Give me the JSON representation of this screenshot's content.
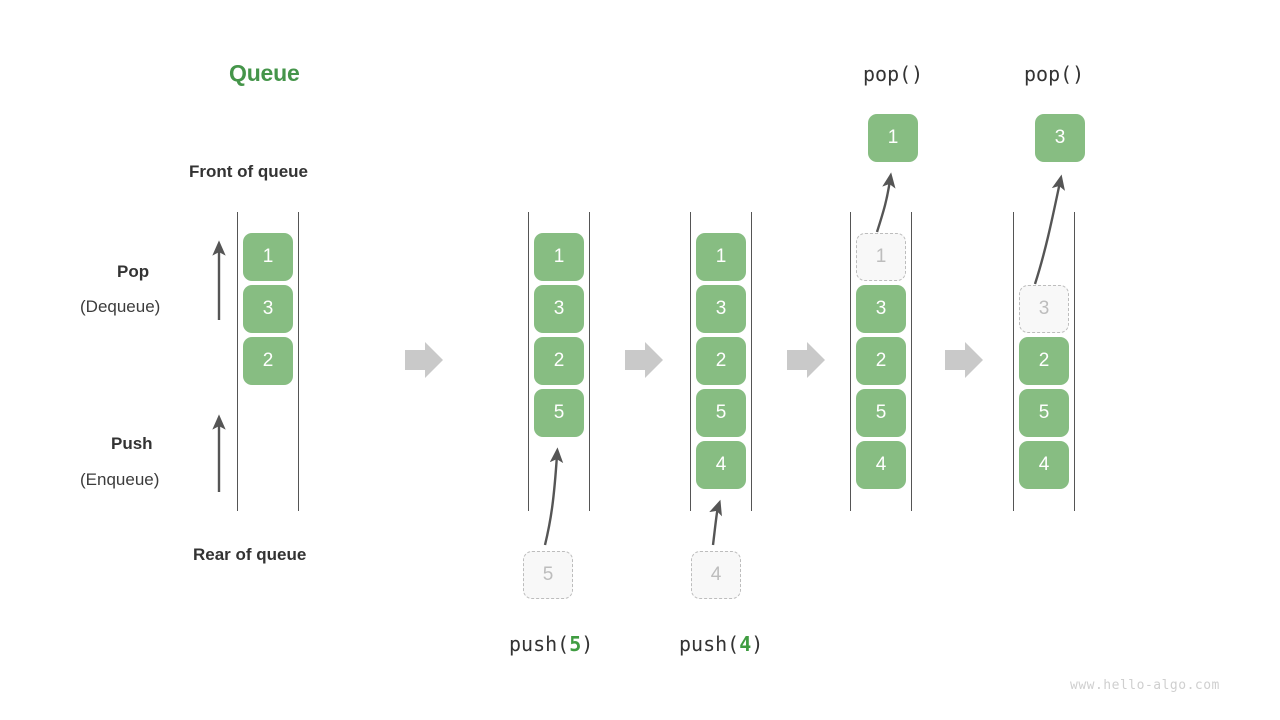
{
  "title": "Queue",
  "labels": {
    "front_of_queue": "Front of queue",
    "rear_of_queue": "Rear of queue",
    "pop": "Pop",
    "dequeue": "(Dequeue)",
    "push": "Push",
    "enqueue": "(Enqueue)"
  },
  "watermark": "www.hello-algo.com",
  "colors": {
    "accent_green": "#45954a",
    "box_green": "#87bd82",
    "ghost_border": "#bdbdbd",
    "ghost_fill": "#f8f8f8",
    "rail": "#555555",
    "arrow_gray": "#555555",
    "step_arrow_gray": "#c9c9c9",
    "text_dark": "#333333"
  },
  "stages": [
    {
      "name": "initial",
      "boxes": [
        {
          "value": "1",
          "state": "filled"
        },
        {
          "value": "3",
          "state": "filled"
        },
        {
          "value": "2",
          "state": "filled"
        }
      ],
      "caption": null,
      "incoming": null,
      "popped": null
    },
    {
      "name": "push-5",
      "boxes": [
        {
          "value": "1",
          "state": "filled"
        },
        {
          "value": "3",
          "state": "filled"
        },
        {
          "value": "2",
          "state": "filled"
        },
        {
          "value": "5",
          "state": "filled"
        }
      ],
      "caption": {
        "prefix": "push(",
        "value": "5",
        "suffix": ")"
      },
      "incoming": {
        "value": "5",
        "state": "ghost"
      },
      "popped": null
    },
    {
      "name": "push-4",
      "boxes": [
        {
          "value": "1",
          "state": "filled"
        },
        {
          "value": "3",
          "state": "filled"
        },
        {
          "value": "2",
          "state": "filled"
        },
        {
          "value": "5",
          "state": "filled"
        },
        {
          "value": "4",
          "state": "filled"
        }
      ],
      "caption": {
        "prefix": "push(",
        "value": "4",
        "suffix": ")"
      },
      "incoming": {
        "value": "4",
        "state": "ghost"
      },
      "popped": null
    },
    {
      "name": "pop-1",
      "boxes": [
        {
          "value": "1",
          "state": "ghost"
        },
        {
          "value": "3",
          "state": "filled"
        },
        {
          "value": "2",
          "state": "filled"
        },
        {
          "value": "5",
          "state": "filled"
        },
        {
          "value": "4",
          "state": "filled"
        }
      ],
      "caption": null,
      "header": "pop()",
      "popped": {
        "value": "1",
        "state": "filled"
      }
    },
    {
      "name": "pop-3",
      "boxes": [
        {
          "value": "",
          "state": "empty"
        },
        {
          "value": "3",
          "state": "ghost"
        },
        {
          "value": "2",
          "state": "filled"
        },
        {
          "value": "5",
          "state": "filled"
        },
        {
          "value": "4",
          "state": "filled"
        }
      ],
      "caption": null,
      "header": "pop()",
      "popped": {
        "value": "3",
        "state": "filled"
      }
    }
  ],
  "step_arrows": 4
}
